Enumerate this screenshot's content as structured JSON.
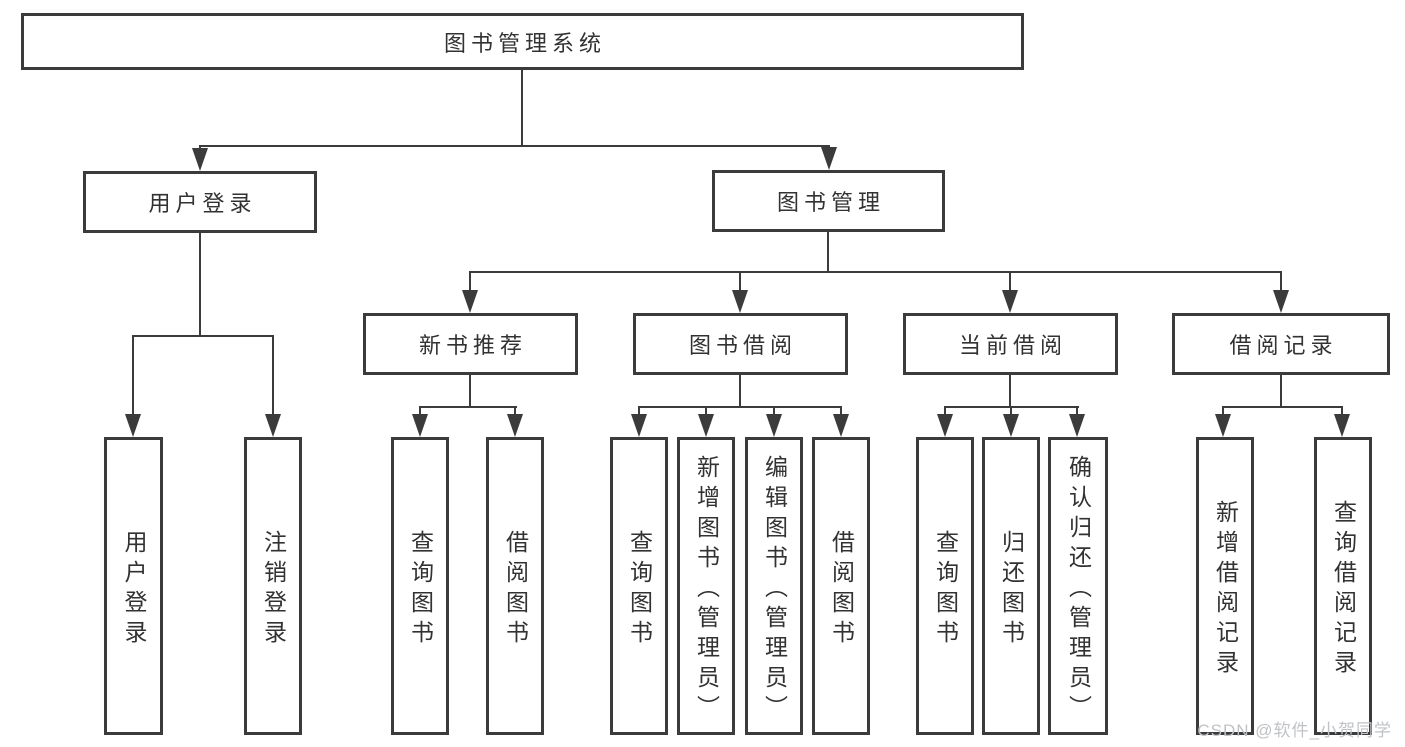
{
  "tree": {
    "label": "图书管理系统",
    "children": [
      {
        "label": "用户登录",
        "children": [
          {
            "label": "用户登录"
          },
          {
            "label": "注销登录"
          }
        ]
      },
      {
        "label": "图书管理",
        "children": [
          {
            "label": "新书推荐",
            "children": [
              {
                "label": "查询图书"
              },
              {
                "label": "借阅图书"
              }
            ]
          },
          {
            "label": "图书借阅",
            "children": [
              {
                "label": "查询图书"
              },
              {
                "label": "新增图书（管理员）"
              },
              {
                "label": "编辑图书（管理员）"
              },
              {
                "label": "借阅图书"
              }
            ]
          },
          {
            "label": "当前借阅",
            "children": [
              {
                "label": "查询图书"
              },
              {
                "label": "归还图书"
              },
              {
                "label": "确认归还（管理员）"
              }
            ]
          },
          {
            "label": "借阅记录",
            "children": [
              {
                "label": "新增借阅记录"
              },
              {
                "label": "查询借阅记录"
              }
            ]
          }
        ]
      }
    ]
  },
  "watermark": {
    "text": "CSDN @软件_小贺同学"
  },
  "colors": {
    "line": "#3b3b3b",
    "text": "#323232",
    "watermark": "#c0c3c6",
    "background": "#ffffff"
  }
}
